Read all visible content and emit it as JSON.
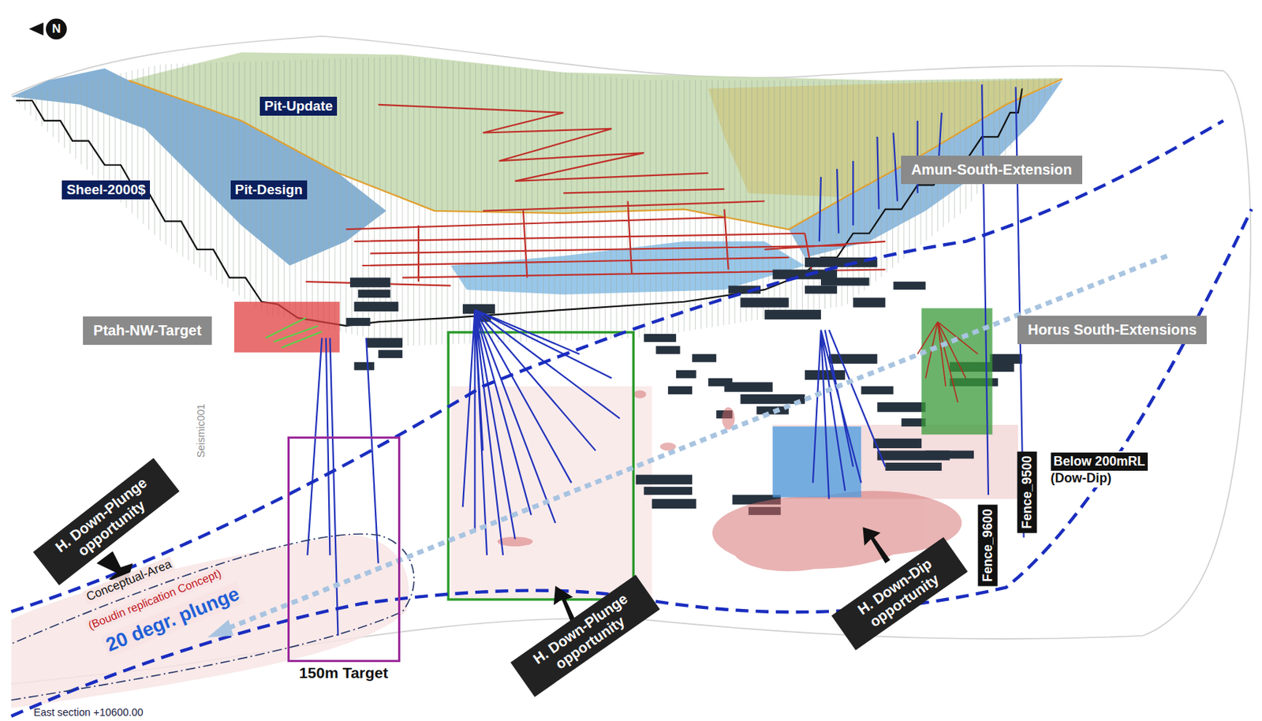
{
  "diagram": {
    "nodes": [
      {
        "text": [
          "Pit-Update"
        ]
      },
      {
        "text": [
          "Sheel-2000$"
        ]
      },
      {
        "text": [
          "Pit-Design"
        ]
      },
      {
        "text": [
          "Amun-South-Extension"
        ]
      },
      {
        "text": [
          "Ptah-NW-Target"
        ]
      },
      {
        "text": [
          "Horus South-Extensions"
        ]
      },
      {
        "text": [
          "Below 200mRL",
          "(Dow-Dip)"
        ]
      },
      {
        "text": [
          "H. Down-Plunge opportunity"
        ]
      },
      {
        "text": [
          "150m Target"
        ]
      },
      {
        "text": [
          "H. Down-Plunge opportunity"
        ]
      },
      {
        "text": [
          "Fence_9600"
        ]
      },
      {
        "text": [
          "Fence_9500"
        ]
      },
      {
        "text": [
          "H. Down-Dip opportunity"
        ]
      }
    ],
    "labels": [
      "N",
      "Seismic001",
      "Conceptual-Area",
      "(Boudin replication Concept)",
      "20 degr. plunge",
      "East section +10600.00"
    ]
  }
}
